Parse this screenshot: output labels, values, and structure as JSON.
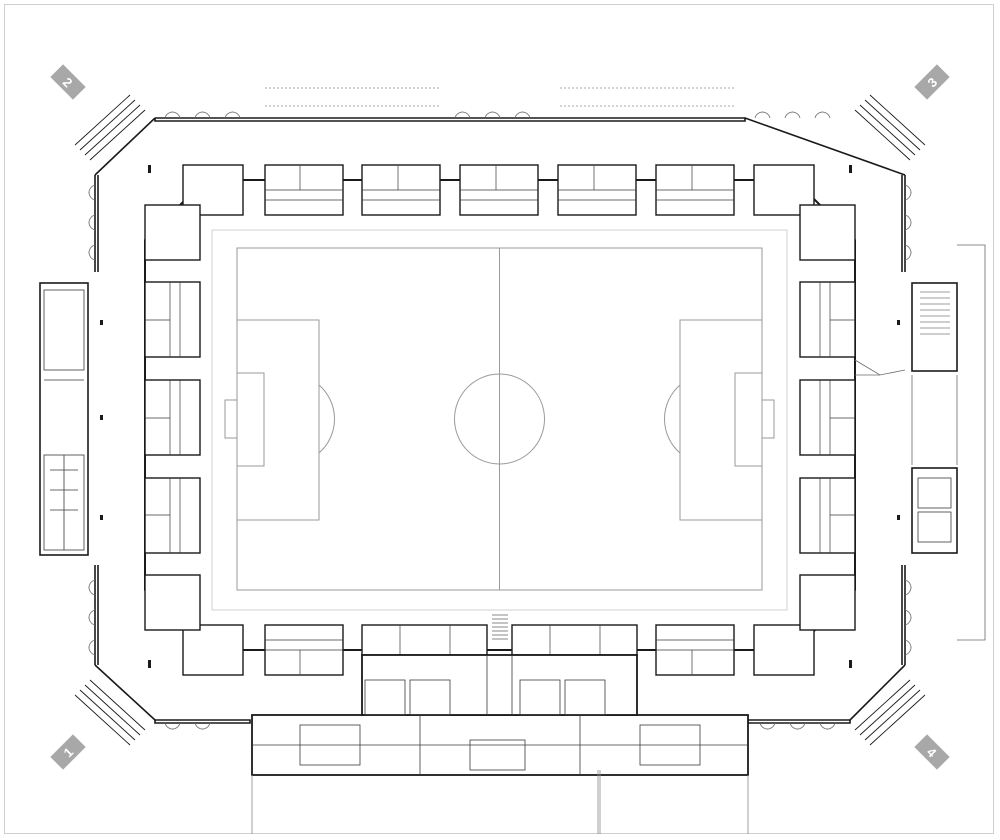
{
  "title": "",
  "corner_markers": {
    "tl": "2",
    "tr": "3",
    "bl": "1",
    "br": "4"
  },
  "colors": {
    "line": "#1a1a1a",
    "thin_line": "#6a6a6a",
    "pitch_line": "#9a9a9a",
    "marker_fill": "#a8a8a8",
    "frame": "#cfcfcf"
  }
}
